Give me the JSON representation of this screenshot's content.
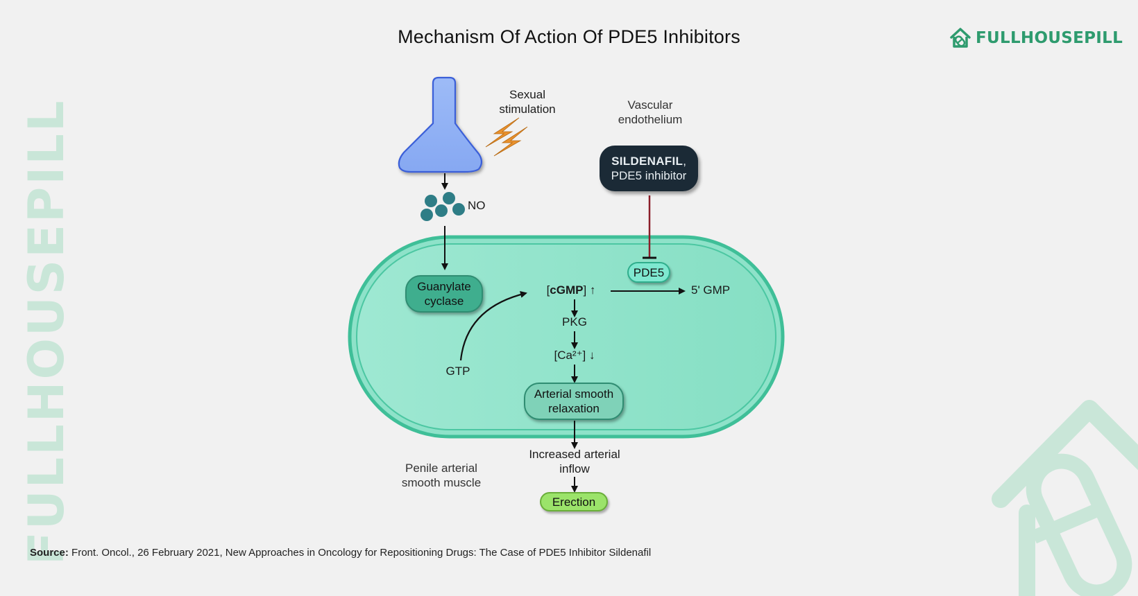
{
  "title": "Mechanism Of Action Of PDE5 Inhibitors",
  "brand": {
    "name": "FULLHOUSEPILL",
    "icon": "house-pill-icon",
    "color": "#2e9b6e"
  },
  "watermark": {
    "side_text": "FULLHOUSEPILL",
    "corner_icon": "house-pill-icon",
    "color": "#c9e6d8"
  },
  "diagram": {
    "sexual_stimulation": "Sexual\nstimulation",
    "vascular_endothelium": "Vascular\nendothelium",
    "sildenafil_name": "SILDENAFIL",
    "sildenafil_comma": ",",
    "sildenafil_sub": "PDE5 inhibitor",
    "no_label": "NO",
    "guanylate_cyclase": "Guanylate\ncyclase",
    "cgmp_label": "cGMP",
    "cgmp_open": "[",
    "cgmp_close": "] ↑",
    "pde5": "PDE5",
    "five_gmp": "5' GMP",
    "pkg": "PKG",
    "calcium": "[Ca²⁺] ↓",
    "gtp": "GTP",
    "relaxation": "Arterial smooth\nrelaxation",
    "penile_muscle": "Penile arterial\nsmooth muscle",
    "inflow": "Increased arterial\ninflow",
    "erection": "Erection"
  },
  "source": {
    "label": "Source:",
    "text": "Front. Oncol., 26 February 2021, New Approaches in Oncology for Repositioning Drugs: The Case of PDE5 Inhibitor Sildenafil"
  },
  "colors": {
    "cell_fill": "#8fe3cb",
    "cell_stroke": "#3fbf98",
    "nerve": "#8fb0f5",
    "no_dots": "#2e7d86",
    "sildenafil_box": "#1b2a36",
    "pde5_fill": "#7fe8d0",
    "erection_fill": "#9be36a",
    "bolt": "#e8912e",
    "inhibit_line": "#8b1e2a"
  }
}
